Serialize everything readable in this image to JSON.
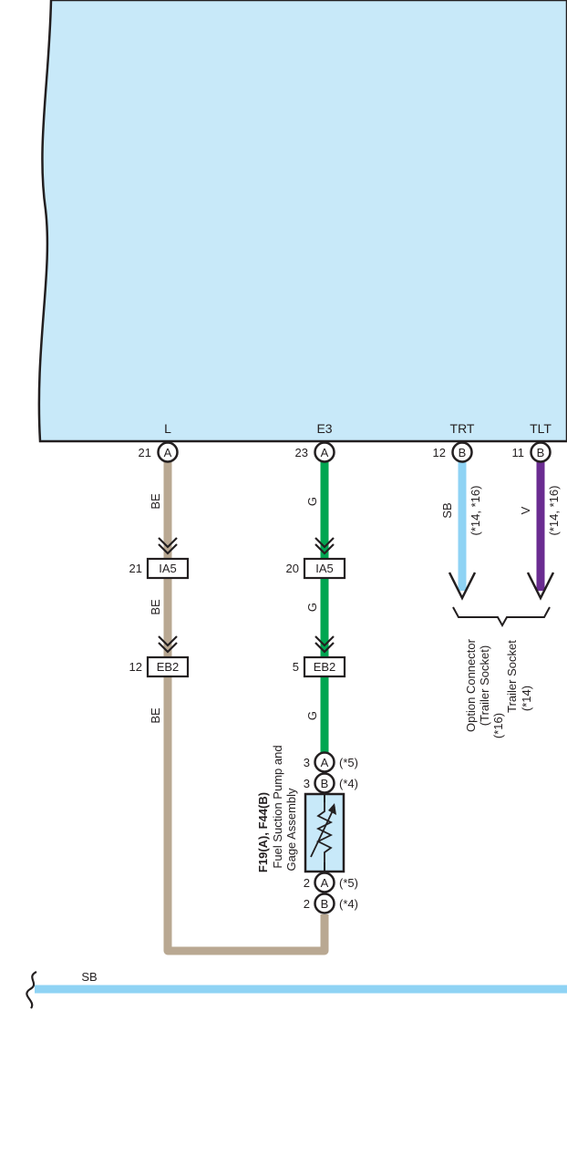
{
  "colors": {
    "ecu_fill": "#c8e9f9",
    "wire_BE": "#b9a892",
    "wire_G": "#00a651",
    "wire_SB": "#8fd3f4",
    "wire_V": "#6a2c91",
    "line": "#231f20"
  },
  "ecu": {
    "terminals": [
      {
        "name": "L",
        "pin": "21",
        "connector": "A"
      },
      {
        "name": "E3",
        "pin": "23",
        "connector": "A"
      },
      {
        "name": "TRT",
        "pin": "12",
        "connector": "B"
      },
      {
        "name": "TLT",
        "pin": "11",
        "connector": "B"
      }
    ]
  },
  "wires": {
    "L": {
      "color_code": "BE",
      "labels": [
        "BE",
        "BE",
        "BE"
      ]
    },
    "E3": {
      "color_code": "G",
      "labels": [
        "G",
        "G",
        "G"
      ]
    },
    "TRT": {
      "color_code": "SB",
      "note": "(*14, *16)"
    },
    "TLT": {
      "color_code": "V",
      "note": "(*14, *16)"
    },
    "bottom": {
      "color_code": "SB"
    }
  },
  "junctions": {
    "IA5": {
      "label": "IA5",
      "pin_left": "21",
      "pin_right": "20"
    },
    "EB2": {
      "label": "EB2",
      "pin_left": "12",
      "pin_right": "5"
    }
  },
  "fuel_pump": {
    "title": "F19(A), F44(B)",
    "name_line1": "Fuel Suction Pump and",
    "name_line2": "Gage Assembly",
    "pins": [
      {
        "pin": "3",
        "connector": "A",
        "note": "(*5)"
      },
      {
        "pin": "3",
        "connector": "B",
        "note": "(*4)"
      },
      {
        "pin": "2",
        "connector": "A",
        "note": "(*5)"
      },
      {
        "pin": "2",
        "connector": "B",
        "note": "(*4)"
      }
    ]
  },
  "destinations": {
    "option_connector": {
      "line1": "Option Connector",
      "line2": "(Trailer Socket)",
      "line3": "(*16)"
    },
    "trailer_socket": {
      "line1": "Trailer Socket",
      "line2": "(*14)"
    }
  }
}
